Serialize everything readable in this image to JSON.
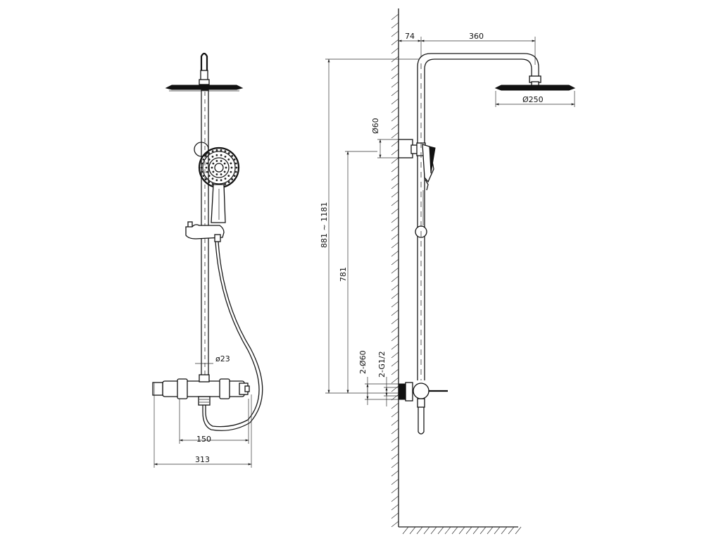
{
  "dimensions": {
    "arm_offset": "74",
    "arm_length": "360",
    "head_diameter": "Ø250",
    "bracket_diameter": "Ø60",
    "height_range": "881 ~ 1181",
    "rail_height": "781",
    "inlet_covers": "2-Ø60",
    "inlet_thread": "2-G1/2",
    "pipe_diameter": "ø23",
    "inlet_spacing": "150",
    "mixer_width": "313"
  }
}
